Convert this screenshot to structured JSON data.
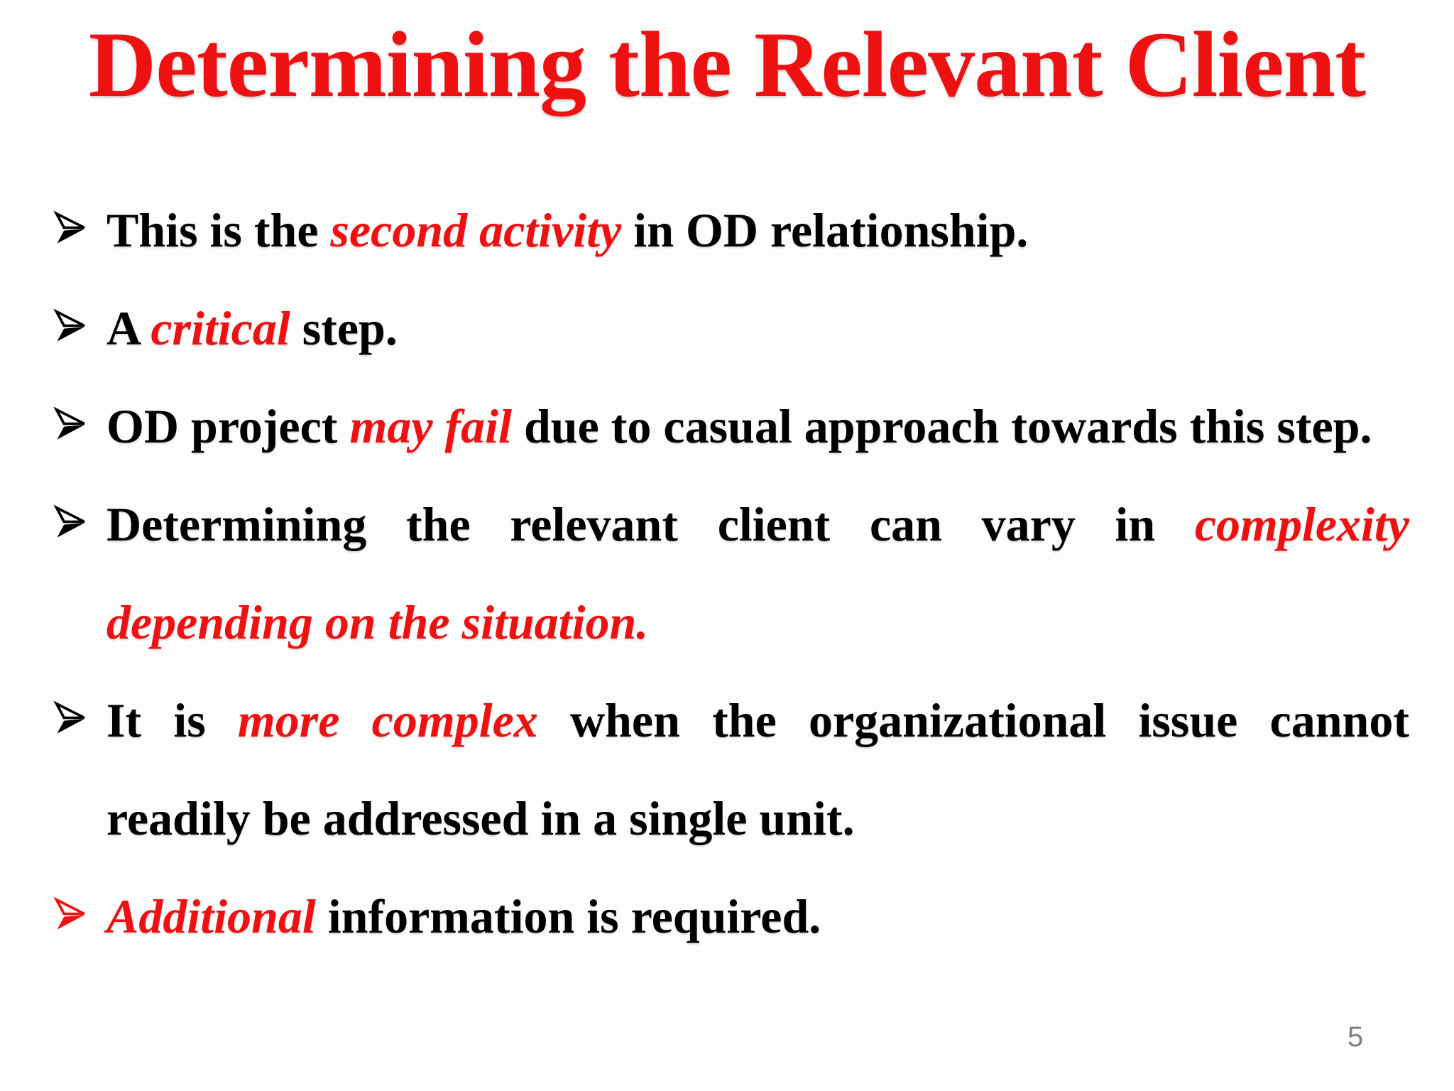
{
  "slide": {
    "title": "Determining the Relevant Client",
    "page_number": "5",
    "colors": {
      "accent_red": "#ee1111",
      "body_black": "#000000",
      "page_number_gray": "#7f7f7f",
      "background": "#fdfdfd"
    }
  },
  "bullets": [
    {
      "marker": "arrow-bullet",
      "marker_color": "black",
      "lines": [
        {
          "justified": false,
          "segments": [
            {
              "t": "This is the ",
              "style": "black"
            },
            {
              "t": "second activity",
              "style": "red-italic"
            },
            {
              "t": " in OD relationship.",
              "style": "black"
            }
          ]
        }
      ]
    },
    {
      "marker": "arrow-bullet",
      "marker_color": "black",
      "lines": [
        {
          "justified": false,
          "segments": [
            {
              "t": "A ",
              "style": "black"
            },
            {
              "t": "critical",
              "style": "red-italic"
            },
            {
              "t": " step.",
              "style": "black"
            }
          ]
        }
      ]
    },
    {
      "marker": "arrow-bullet",
      "marker_color": "black",
      "lines": [
        {
          "justified": false,
          "segments": [
            {
              "t": "OD project ",
              "style": "black"
            },
            {
              "t": "may fail",
              "style": "red-italic"
            },
            {
              "t": " due to casual approach towards this step.",
              "style": "black"
            }
          ]
        }
      ]
    },
    {
      "marker": "arrow-bullet",
      "marker_color": "black",
      "lines": [
        {
          "justified": true,
          "segments": [
            {
              "t": "Determining the relevant client can vary in ",
              "style": "black"
            },
            {
              "t": "complexity",
              "style": "red-italic"
            }
          ]
        },
        {
          "justified": false,
          "segments": [
            {
              "t": "depending on the situation.",
              "style": "red-italic"
            }
          ]
        }
      ]
    },
    {
      "marker": "arrow-bullet",
      "marker_color": "black",
      "lines": [
        {
          "justified": true,
          "segments": [
            {
              "t": "It is ",
              "style": "black"
            },
            {
              "t": "more complex",
              "style": "red-italic"
            },
            {
              "t": " when the organizational issue cannot",
              "style": "black"
            }
          ]
        },
        {
          "justified": false,
          "segments": [
            {
              "t": "readily be addressed in a single unit.",
              "style": "black"
            }
          ]
        }
      ]
    },
    {
      "marker": "arrow-bullet",
      "marker_color": "red",
      "lines": [
        {
          "justified": false,
          "segments": [
            {
              "t": "Additional",
              "style": "red-italic"
            },
            {
              "t": " information is required.",
              "style": "black"
            }
          ]
        }
      ]
    }
  ]
}
